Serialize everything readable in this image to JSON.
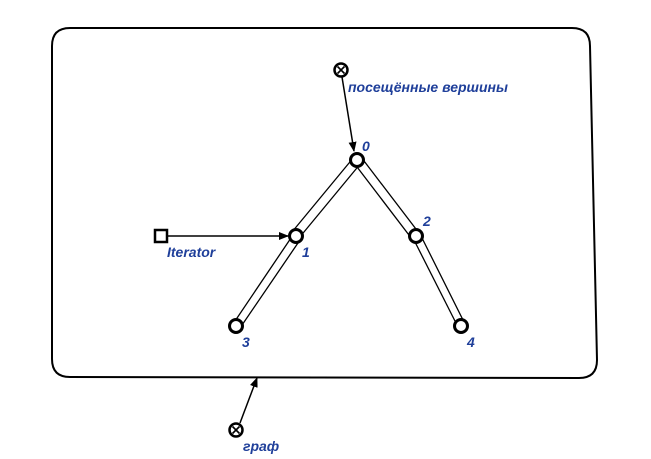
{
  "colors": {
    "label": "#1f3f9a",
    "stroke": "#000000",
    "fill": "#ffffff"
  },
  "graph": {
    "label": "граф",
    "nodes": [
      {
        "id": "0",
        "label": "0"
      },
      {
        "id": "1",
        "label": "1"
      },
      {
        "id": "2",
        "label": "2"
      },
      {
        "id": "3",
        "label": "3"
      },
      {
        "id": "4",
        "label": "4"
      }
    ],
    "edges": [
      {
        "from": "0",
        "to": "1"
      },
      {
        "from": "0",
        "to": "2"
      },
      {
        "from": "1",
        "to": "3"
      },
      {
        "from": "2",
        "to": "4"
      }
    ]
  },
  "visited": {
    "label": "посещённые вершины",
    "icon": "crossed-circle-icon",
    "points_to": "0"
  },
  "iterator": {
    "label": "Iterator",
    "icon": "square-icon",
    "points_to": "1"
  },
  "graph_ref": {
    "icon": "crossed-circle-icon"
  }
}
